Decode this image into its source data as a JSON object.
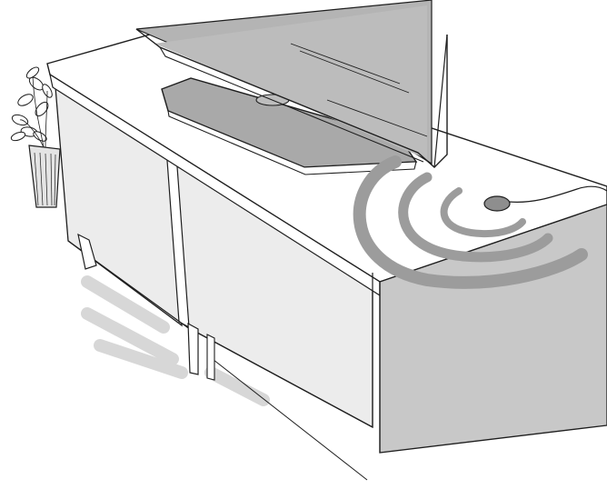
{
  "illustration": {
    "kind": "line-art",
    "subjects": [
      "flat-screen-tv",
      "tv-stand-cabinet",
      "potted-plant",
      "sensor-device",
      "signal-waves"
    ],
    "signal_wave_count": 3,
    "colors": {
      "line": "#1e1e1e",
      "screen_gray": "#b4b4b4",
      "panel_gray": "#c8c8c8",
      "stand_gray": "#a9a9a9",
      "wave_gray": "#9c9c9c",
      "shadow_gray": "#d7d7d7",
      "background": "#ffffff"
    }
  }
}
